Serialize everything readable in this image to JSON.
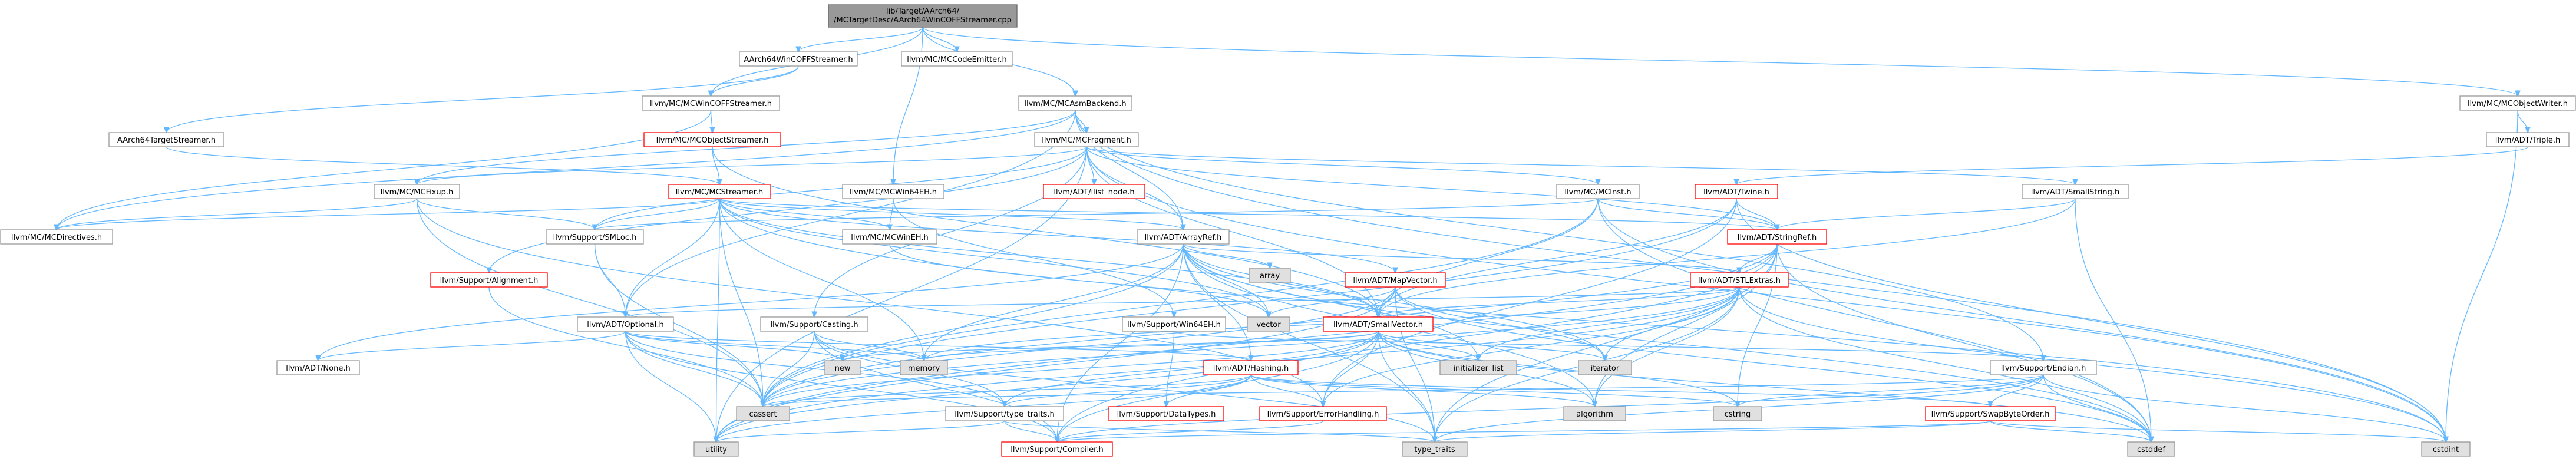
{
  "colors": {
    "root_fill": "#999999",
    "node_fill": "#ffffff",
    "node_border": "#999999",
    "linked_border": "#ff0000",
    "system_fill": "#e0e0e0",
    "edge": "#63b8ff",
    "text": "#000000"
  },
  "nodes": [
    {
      "id": "root",
      "label": "lib/Target/AArch64/MCTargetDesc/AArch64WinCOFFStreamer.cpp",
      "kind": "root"
    },
    {
      "id": "aarch64wincoffstreamer_h",
      "label": "AArch64WinCOFFStreamer.h",
      "kind": "normal"
    },
    {
      "id": "mccodeemitter",
      "label": "llvm/MC/MCCodeEmitter.h",
      "kind": "normal"
    },
    {
      "id": "mcasmbackend",
      "label": "llvm/MC/MCAsmBackend.h",
      "kind": "normal"
    },
    {
      "id": "mcobjectwriter",
      "label": "llvm/MC/MCObjectWriter.h",
      "kind": "normal"
    },
    {
      "id": "mcwincoffstreamer",
      "label": "llvm/MC/MCWinCOFFStreamer.h",
      "kind": "normal"
    },
    {
      "id": "triple",
      "label": "llvm/ADT/Triple.h",
      "kind": "normal"
    },
    {
      "id": "aarch64targetstreamer",
      "label": "AArch64TargetStreamer.h",
      "kind": "normal"
    },
    {
      "id": "mcobjectstreamer",
      "label": "llvm/MC/MCObjectStreamer.h",
      "kind": "linked"
    },
    {
      "id": "mcfragment",
      "label": "llvm/MC/MCFragment.h",
      "kind": "normal"
    },
    {
      "id": "mcfixup",
      "label": "llvm/MC/MCFixup.h",
      "kind": "normal"
    },
    {
      "id": "mcstreamer",
      "label": "llvm/MC/MCStreamer.h",
      "kind": "linked"
    },
    {
      "id": "ilist_node",
      "label": "llvm/ADT/ilist_node.h",
      "kind": "linked"
    },
    {
      "id": "mcwin64eh",
      "label": "llvm/MC/MCWin64EH.h",
      "kind": "normal"
    },
    {
      "id": "mcinst",
      "label": "llvm/MC/MCInst.h",
      "kind": "normal"
    },
    {
      "id": "twine",
      "label": "llvm/ADT/Twine.h",
      "kind": "linked"
    },
    {
      "id": "smallstring",
      "label": "llvm/ADT/SmallString.h",
      "kind": "normal"
    },
    {
      "id": "mcdirectives",
      "label": "llvm/MC/MCDirectives.h",
      "kind": "normal"
    },
    {
      "id": "smloc",
      "label": "llvm/Support/SMLoc.h",
      "kind": "normal"
    },
    {
      "id": "mcwineh",
      "label": "llvm/MC/MCWinEH.h",
      "kind": "normal"
    },
    {
      "id": "arrayref",
      "label": "llvm/ADT/ArrayRef.h",
      "kind": "normal"
    },
    {
      "id": "stringref",
      "label": "llvm/ADT/StringRef.h",
      "kind": "linked"
    },
    {
      "id": "alignment",
      "label": "llvm/Support/Alignment.h",
      "kind": "linked"
    },
    {
      "id": "array",
      "label": "array",
      "kind": "system"
    },
    {
      "id": "mapvector",
      "label": "llvm/ADT/MapVector.h",
      "kind": "linked"
    },
    {
      "id": "stlextras",
      "label": "llvm/ADT/STLExtras.h",
      "kind": "linked"
    },
    {
      "id": "optional",
      "label": "llvm/ADT/Optional.h",
      "kind": "normal"
    },
    {
      "id": "casting",
      "label": "llvm/Support/Casting.h",
      "kind": "normal"
    },
    {
      "id": "vector",
      "label": "vector",
      "kind": "system"
    },
    {
      "id": "supportwin64eh",
      "label": "llvm/Support/Win64EH.h",
      "kind": "normal"
    },
    {
      "id": "smallvector",
      "label": "llvm/ADT/SmallVector.h",
      "kind": "linked"
    },
    {
      "id": "none",
      "label": "llvm/ADT/None.h",
      "kind": "normal"
    },
    {
      "id": "new",
      "label": "new",
      "kind": "system"
    },
    {
      "id": "memory",
      "label": "memory",
      "kind": "system"
    },
    {
      "id": "hashing",
      "label": "llvm/ADT/Hashing.h",
      "kind": "linked"
    },
    {
      "id": "initializer_list",
      "label": "initializer_list",
      "kind": "system"
    },
    {
      "id": "iterator",
      "label": "iterator",
      "kind": "system"
    },
    {
      "id": "endian",
      "label": "llvm/Support/Endian.h",
      "kind": "normal"
    },
    {
      "id": "cassert",
      "label": "cassert",
      "kind": "system"
    },
    {
      "id": "type_traits_h",
      "label": "llvm/Support/type_traits.h",
      "kind": "normal"
    },
    {
      "id": "datatypes",
      "label": "llvm/Support/DataTypes.h",
      "kind": "linked"
    },
    {
      "id": "errorhandling",
      "label": "llvm/Support/ErrorHandling.h",
      "kind": "linked"
    },
    {
      "id": "algorithm",
      "label": "algorithm",
      "kind": "system"
    },
    {
      "id": "cstring",
      "label": "cstring",
      "kind": "system"
    },
    {
      "id": "swapbyteorder",
      "label": "llvm/Support/SwapByteOrder.h",
      "kind": "linked"
    },
    {
      "id": "utility",
      "label": "utility",
      "kind": "system"
    },
    {
      "id": "compiler",
      "label": "llvm/Support/Compiler.h",
      "kind": "linked"
    },
    {
      "id": "type_traits",
      "label": "type_traits",
      "kind": "system"
    },
    {
      "id": "cstddef",
      "label": "cstddef",
      "kind": "system"
    },
    {
      "id": "cstdint",
      "label": "cstdint",
      "kind": "system"
    }
  ],
  "edges": [
    [
      "root",
      "aarch64wincoffstreamer_h"
    ],
    [
      "root",
      "mccodeemitter"
    ],
    [
      "root",
      "mcasmbackend"
    ],
    [
      "root",
      "mcobjectwriter"
    ],
    [
      "root",
      "mcwincoffstreamer"
    ],
    [
      "root",
      "mcwin64eh"
    ],
    [
      "aarch64wincoffstreamer_h",
      "mcwincoffstreamer"
    ],
    [
      "aarch64wincoffstreamer_h",
      "aarch64targetstreamer"
    ],
    [
      "mcwincoffstreamer",
      "mcdirectives"
    ],
    [
      "mcwincoffstreamer",
      "mcobjectstreamer"
    ],
    [
      "mcasmbackend",
      "arrayref"
    ],
    [
      "mcasmbackend",
      "optional"
    ],
    [
      "mcasmbackend",
      "mcdirectives"
    ],
    [
      "mcasmbackend",
      "mcfixup"
    ],
    [
      "mcasmbackend",
      "mcfragment"
    ],
    [
      "mcasmbackend",
      "endian"
    ],
    [
      "mcasmbackend",
      "cstdint"
    ],
    [
      "mcobjectwriter",
      "triple"
    ],
    [
      "mcobjectwriter",
      "cstdint"
    ],
    [
      "triple",
      "twine"
    ],
    [
      "aarch64targetstreamer",
      "mcstreamer"
    ],
    [
      "mcobjectstreamer",
      "mcstreamer"
    ],
    [
      "mcobjectstreamer",
      "smallvector"
    ],
    [
      "mcfragment",
      "arrayref"
    ],
    [
      "mcfragment",
      "smallstring"
    ],
    [
      "mcfragment",
      "smallvector"
    ],
    [
      "mcfragment",
      "stringref"
    ],
    [
      "mcfragment",
      "ilist_node"
    ],
    [
      "mcfragment",
      "mcfixup"
    ],
    [
      "mcfragment",
      "mcinst"
    ],
    [
      "mcfragment",
      "alignment"
    ],
    [
      "mcfragment",
      "casting"
    ],
    [
      "mcfragment",
      "smloc"
    ],
    [
      "mcfragment",
      "cstdint"
    ],
    [
      "mcfragment",
      "utility"
    ],
    [
      "mcfixup",
      "mcdirectives"
    ],
    [
      "mcfixup",
      "smloc"
    ],
    [
      "mcfixup",
      "errorhandling"
    ],
    [
      "mcfixup",
      "cassert"
    ],
    [
      "mcstreamer",
      "arrayref"
    ],
    [
      "mcstreamer",
      "mapvector"
    ],
    [
      "mcstreamer",
      "optional"
    ],
    [
      "mcstreamer",
      "smallvector"
    ],
    [
      "mcstreamer",
      "stringref"
    ],
    [
      "mcstreamer",
      "mcdirectives"
    ],
    [
      "mcstreamer",
      "mcwineh"
    ],
    [
      "mcstreamer",
      "smloc"
    ],
    [
      "mcstreamer",
      "cassert"
    ],
    [
      "mcstreamer",
      "cstdint"
    ],
    [
      "mcstreamer",
      "memory"
    ],
    [
      "mcstreamer",
      "utility"
    ],
    [
      "mcstreamer",
      "vector"
    ],
    [
      "mcwin64eh",
      "mcwineh"
    ],
    [
      "mcwin64eh",
      "supportwin64eh"
    ],
    [
      "mcinst",
      "smallvector"
    ],
    [
      "mcinst",
      "stringref"
    ],
    [
      "mcinst",
      "smloc"
    ],
    [
      "mcinst",
      "cassert"
    ],
    [
      "mcinst",
      "cstddef"
    ],
    [
      "mcinst",
      "cstdint"
    ],
    [
      "twine",
      "smallvector"
    ],
    [
      "twine",
      "stringref"
    ],
    [
      "twine",
      "errorhandling"
    ],
    [
      "twine",
      "cassert"
    ],
    [
      "twine",
      "cstdint"
    ],
    [
      "smallstring",
      "stringref"
    ],
    [
      "smallstring",
      "smallvector"
    ],
    [
      "smallstring",
      "cstddef"
    ],
    [
      "smloc",
      "optional"
    ],
    [
      "smloc",
      "cassert"
    ],
    [
      "mcwineh",
      "vector"
    ],
    [
      "arrayref",
      "hashing"
    ],
    [
      "arrayref",
      "none"
    ],
    [
      "arrayref",
      "smallvector"
    ],
    [
      "arrayref",
      "stlextras"
    ],
    [
      "arrayref",
      "compiler"
    ],
    [
      "arrayref",
      "algorithm"
    ],
    [
      "arrayref",
      "array"
    ],
    [
      "arrayref",
      "cassert"
    ],
    [
      "arrayref",
      "cstddef"
    ],
    [
      "arrayref",
      "initializer_list"
    ],
    [
      "arrayref",
      "iterator"
    ],
    [
      "arrayref",
      "memory"
    ],
    [
      "arrayref",
      "type_traits"
    ],
    [
      "arrayref",
      "vector"
    ],
    [
      "stringref",
      "stlextras"
    ],
    [
      "stringref",
      "compiler"
    ],
    [
      "stringref",
      "algorithm"
    ],
    [
      "stringref",
      "cassert"
    ],
    [
      "stringref",
      "cstddef"
    ],
    [
      "stringref",
      "cstring"
    ],
    [
      "stringref",
      "limits"
    ],
    [
      "stringref",
      "type_traits"
    ],
    [
      "stringref",
      "utility"
    ],
    [
      "alignment",
      "mathextras"
    ],
    [
      "alignment",
      "cassert"
    ],
    [
      "mapvector",
      "smallvector"
    ],
    [
      "mapvector",
      "cassert"
    ],
    [
      "mapvector",
      "cstddef"
    ],
    [
      "mapvector",
      "iterator"
    ],
    [
      "mapvector",
      "type_traits"
    ],
    [
      "mapvector",
      "utility"
    ],
    [
      "mapvector",
      "vector"
    ],
    [
      "stlextras",
      "optional"
    ],
    [
      "stlextras",
      "smallvector"
    ],
    [
      "stlextras",
      "errorhandling"
    ],
    [
      "stlextras",
      "algorithm"
    ],
    [
      "stlextras",
      "cassert"
    ],
    [
      "stlextras",
      "cstddef"
    ],
    [
      "stlextras",
      "cstdint"
    ],
    [
      "stlextras",
      "iterator"
    ],
    [
      "stlextras",
      "memory"
    ],
    [
      "stlextras",
      "type_traits"
    ],
    [
      "stlextras",
      "utility"
    ],
    [
      "stlextras",
      "initializer_list"
    ],
    [
      "optional",
      "hashing"
    ],
    [
      "optional",
      "none"
    ],
    [
      "optional",
      "compiler"
    ],
    [
      "optional",
      "type_traits_h"
    ],
    [
      "optional",
      "cassert"
    ],
    [
      "optional",
      "memory"
    ],
    [
      "optional",
      "new"
    ],
    [
      "optional",
      "utility"
    ],
    [
      "casting",
      "compiler"
    ],
    [
      "casting",
      "type_traits_h"
    ],
    [
      "casting",
      "cassert"
    ],
    [
      "casting",
      "memory"
    ],
    [
      "casting",
      "type_traits"
    ],
    [
      "supportwin64eh",
      "datatypes"
    ],
    [
      "supportwin64eh",
      "endian"
    ],
    [
      "smallvector",
      "compiler"
    ],
    [
      "smallvector",
      "type_traits_h"
    ],
    [
      "smallvector",
      "algorithm"
    ],
    [
      "smallvector",
      "cassert"
    ],
    [
      "smallvector",
      "cstddef"
    ],
    [
      "smallvector",
      "cstdlib"
    ],
    [
      "smallvector",
      "cstring"
    ],
    [
      "smallvector",
      "initializer_list"
    ],
    [
      "smallvector",
      "iterator"
    ],
    [
      "smallvector",
      "limits"
    ],
    [
      "smallvector",
      "memory"
    ],
    [
      "smallvector",
      "new"
    ],
    [
      "smallvector",
      "type_traits"
    ],
    [
      "smallvector",
      "utility"
    ],
    [
      "smallvector",
      "errorhandling"
    ],
    [
      "hashing",
      "datatypes"
    ],
    [
      "hashing",
      "errorhandling"
    ],
    [
      "hashing",
      "swapbyteorder"
    ],
    [
      "hashing",
      "type_traits_h"
    ],
    [
      "hashing",
      "algorithm"
    ],
    [
      "hashing",
      "cassert"
    ],
    [
      "hashing",
      "cstring"
    ],
    [
      "hashing",
      "utility"
    ],
    [
      "endian",
      "compiler"
    ],
    [
      "endian",
      "swapbyteorder"
    ],
    [
      "endian",
      "cassert"
    ],
    [
      "endian",
      "cstddef"
    ],
    [
      "endian",
      "cstdint"
    ],
    [
      "endian",
      "cstring"
    ],
    [
      "endian",
      "type_traits"
    ],
    [
      "type_traits_h",
      "compiler"
    ],
    [
      "type_traits_h",
      "type_traits"
    ],
    [
      "type_traits_h",
      "utility"
    ],
    [
      "errorhandling",
      "compiler"
    ],
    [
      "swapbyteorder",
      "compiler"
    ],
    [
      "swapbyteorder",
      "cstddef"
    ],
    [
      "swapbyteorder",
      "cstdint"
    ],
    [
      "swapbyteorder",
      "type_traits"
    ]
  ]
}
